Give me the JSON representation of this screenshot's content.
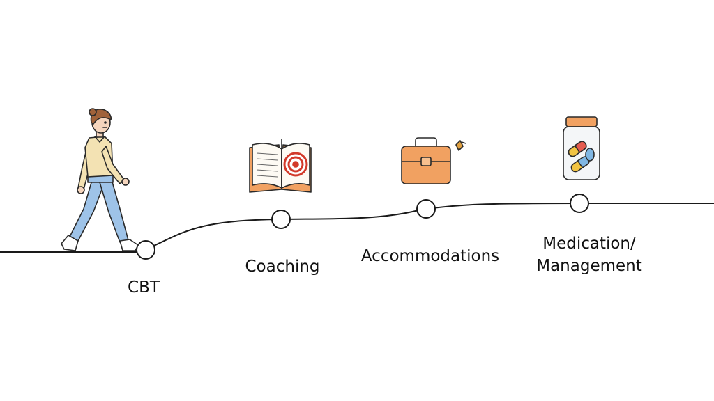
{
  "steps": [
    {
      "label": "CBT",
      "icon": "walking-person"
    },
    {
      "label": "Coaching",
      "icon": "book-target-icon"
    },
    {
      "label": "Accommodations",
      "icon": "briefcase-icon"
    },
    {
      "label_lines": [
        "Medication/",
        "Management"
      ],
      "icon": "pill-bottle-icon"
    }
  ],
  "colors": {
    "line": "#1a1a1a",
    "node_fill": "#ffffff",
    "shirt": "#f3e2b3",
    "pants": "#9ec3e8",
    "hair": "#a0623a",
    "briefcase": "#f1a161",
    "target_red": "#d23a2a",
    "pill_yellow": "#f2c443",
    "pill_red": "#e45b4f",
    "pill_blue": "#7fb6e3"
  }
}
